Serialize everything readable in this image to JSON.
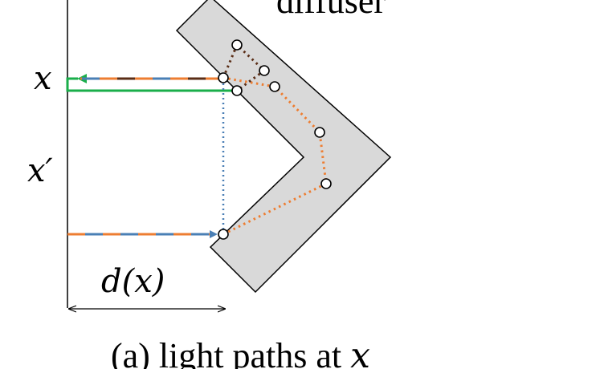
{
  "labels": {
    "diffuser": "diffuser",
    "x": "x",
    "x_prime": "x′",
    "d_x": "d(x)",
    "caption_prefix": "(a) light paths at ",
    "caption_var": "x"
  },
  "colors": {
    "diffuser_fill": "#d9d9d9",
    "diffuser_stroke": "#000000",
    "orange": "#ed7d31",
    "blue": "#4a7fb5",
    "dark_brown": "#5a2d16",
    "green": "#1aae4a",
    "axis": "#000000"
  }
}
